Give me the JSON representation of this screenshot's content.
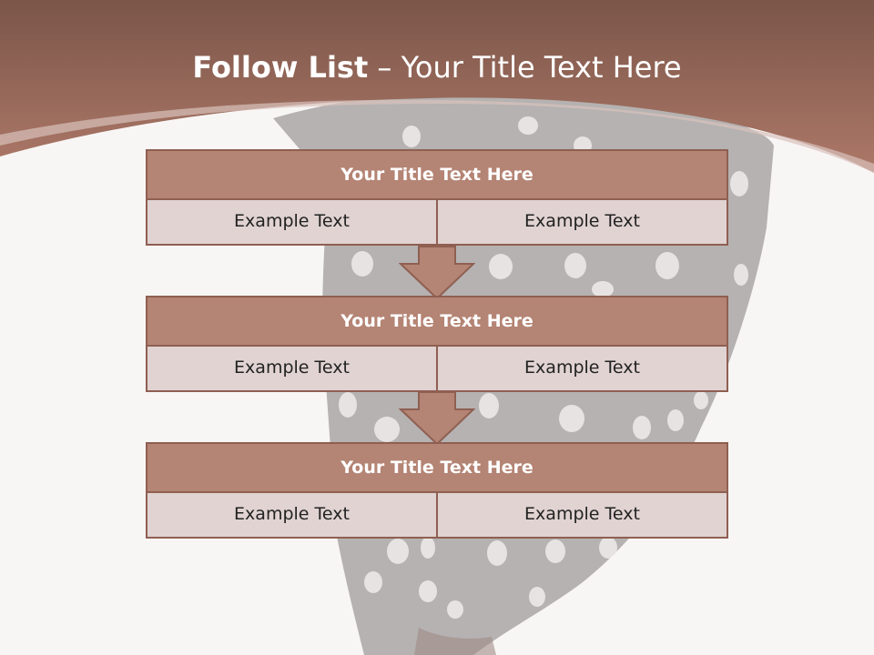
{
  "slide": {
    "title_bold": "Follow List",
    "title_rest": "– Your Title Text Here"
  },
  "blocks": [
    {
      "title": "Your Title Text Here",
      "left": "Example Text",
      "right": "Example Text"
    },
    {
      "title": "Your Title Text Here",
      "left": "Example Text",
      "right": "Example Text"
    },
    {
      "title": "Your Title Text Here",
      "left": "Example Text",
      "right": "Example Text"
    }
  ],
  "colors": {
    "header_brown": "#a87565",
    "title_box": "#b48474",
    "cell_box": "#e0d3d1",
    "border": "#8f5f52"
  }
}
